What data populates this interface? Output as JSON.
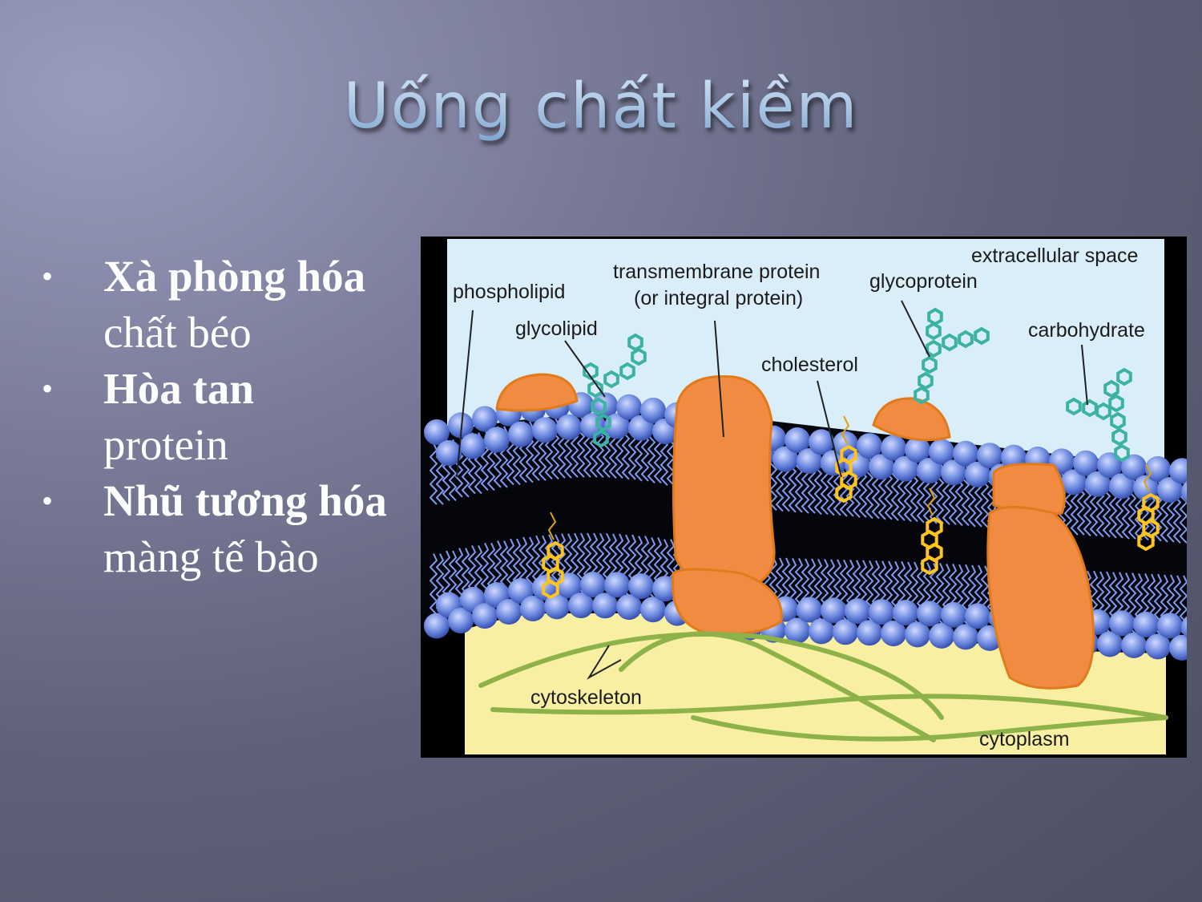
{
  "slide": {
    "title": "Uống chất kiềm",
    "bullets": [
      {
        "bold": "Xà phòng  hóa",
        "normal": "chất béo"
      },
      {
        "bold": "Hòa tan",
        "normal": "protein"
      },
      {
        "bold": "Nhũ tương hóa",
        "normal": "màng  tế bào"
      }
    ]
  },
  "figure": {
    "labels": {
      "extracellular_space": "extracellular space",
      "phospholipid": "phospholipid",
      "transmembrane_line1": "transmembrane protein",
      "transmembrane_line2": "(or integral protein)",
      "glycoprotein": "glycoprotein",
      "glycolipid": "glycolipid",
      "carbohydrate": "carbohydrate",
      "cholesterol": "cholesterol",
      "cytoskeleton": "cytoskeleton",
      "cytoplasm": "cytoplasm"
    },
    "colors": {
      "extracellular": "#d9eef9",
      "cytoplasm": "#f8efa2",
      "protein": "#f28b42",
      "lipid_head": "#4a6bd0",
      "carbohydrate": "#3bb3a0",
      "cholesterol": "#ffc41f",
      "cytoskeleton": "#8db24a"
    }
  }
}
